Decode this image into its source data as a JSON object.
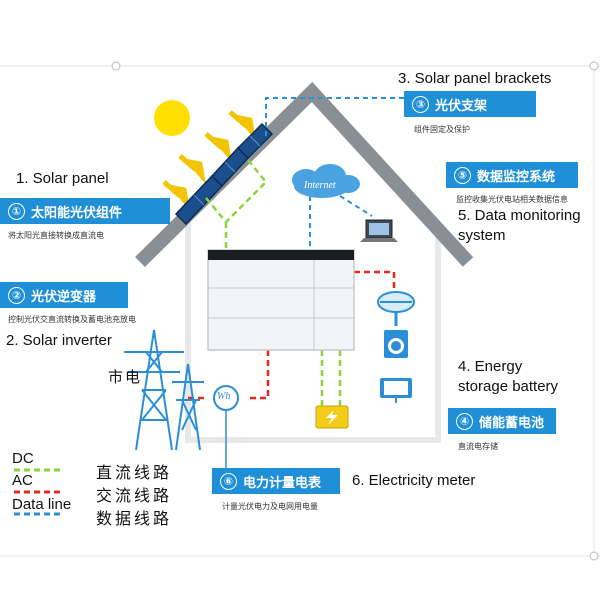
{
  "en_labels": {
    "solar_panel": "1. Solar panel",
    "brackets": "3. Solar panel brackets",
    "data_monitoring_1": "5. Data monitoring",
    "data_monitoring_2": "system",
    "inverter": "2. Solar inverter",
    "battery_1": "4. Energy",
    "battery_2": "storage battery",
    "meter": "6. Electricity meter"
  },
  "cn_labels": [
    {
      "num": "①",
      "text": "太阳能光伏组件",
      "sub": "将太阳光直接转换成直流电"
    },
    {
      "num": "②",
      "text": "光伏逆变器",
      "sub": "控制光伏交直流转换及蓄电池充放电"
    },
    {
      "num": "③",
      "text": "光伏支架",
      "sub": "组件固定及保护"
    },
    {
      "num": "④",
      "text": "储能蓄电池",
      "sub": "直流电存储"
    },
    {
      "num": "⑤",
      "text": "数据监控系统",
      "sub": "监控收集光伏电站相关数据信息"
    },
    {
      "num": "⑥",
      "text": "电力计量电表",
      "sub": "计量光伏电力及电网用电量"
    }
  ],
  "grid_label": "市电",
  "internet_label": "Internet",
  "meter_symbol": "Wh",
  "legend": {
    "dc": "DC",
    "ac": "AC",
    "data": "Data line",
    "dc_cn": "直流线路",
    "ac_cn": "交流线路",
    "data_cn": "数据线路"
  },
  "colors": {
    "blue_label": "#1f8fd8",
    "dc_line": "#8ed33c",
    "ac_line": "#e3281e",
    "data_line": "#2a8fd6",
    "sun": "#ffe000",
    "roof": "#8a8f94"
  }
}
